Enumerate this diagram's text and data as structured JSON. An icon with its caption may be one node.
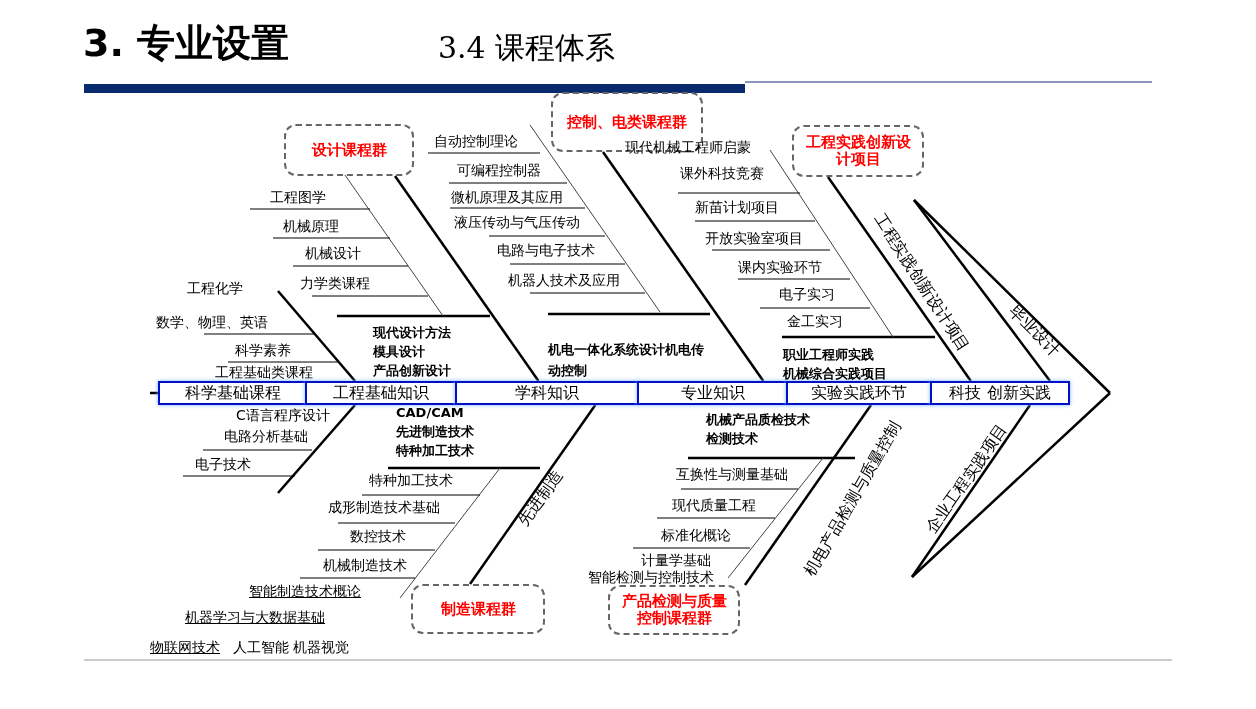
{
  "diagram": {
    "title": "3. 专业设置",
    "nodes": [
      {
        "text": [
          "设计课程群"
        ]
      },
      {
        "text": [
          "控制、电类课程群"
        ]
      },
      {
        "text": [
          "工程实践创新设计项目"
        ]
      },
      {
        "text": [
          "制造课程群"
        ]
      },
      {
        "text": [
          "产品检测与质量控制课程群"
        ]
      },
      {
        "text": [
          "科学基础课程"
        ]
      },
      {
        "text": [
          "工程基础知识"
        ]
      },
      {
        "text": [
          "学科知识"
        ]
      },
      {
        "text": [
          "专业知识"
        ]
      },
      {
        "text": [
          "实验实践环节"
        ]
      },
      {
        "text": [
          "科技 创新实践"
        ]
      }
    ],
    "edges": [
      {
        "from": 0,
        "to": 7,
        "arrow": "none"
      },
      {
        "from": 1,
        "to": 8,
        "arrow": "none"
      },
      {
        "from": 2,
        "to": 10,
        "arrow": "none"
      },
      {
        "from": 3,
        "to": 7,
        "arrow": "none"
      },
      {
        "from": 4,
        "to": 9,
        "arrow": "none"
      }
    ],
    "labels": [
      "3.4 课程体系",
      "工程图学",
      "机械原理",
      "机械设计",
      "力学类课程",
      "现代设计方法",
      "模具设计",
      "产品创新设计",
      "自动控制理论",
      "可编程控制器",
      "微机原理及其应用",
      "液压传动与气压传动",
      "电路与电子技术",
      "机器人技术及应用",
      "机电一体化系统设计机电传动控制",
      "现代机械工程师启蒙",
      "课外科技竞赛",
      "新苗计划项目",
      "开放实验室项目",
      "课内实验环节",
      "电子实习",
      "金工实习",
      "职业工程师实践",
      "机械综合实践项目",
      "工程实践创新设计项目",
      "毕业设计",
      "工程化学",
      "数学、物理、英语",
      "科学素养",
      "工程基础类课程",
      "C语言程序设计",
      "电路分析基础",
      "电子技术",
      "CAD/CAM",
      "先进制造技术",
      "特种加工技术",
      "机械产品质检技术",
      "检测技术",
      "企业工程实践项目",
      "特种加工技术",
      "成形制造技术基础",
      "数控技术",
      "机械制造技术",
      "先进制造",
      "机电产品检测与质量控制",
      "互换性与测量基础",
      "现代质量工程",
      "标准化概论",
      "计量学基础",
      "智能检测与控制技术",
      "智能制造技术概论",
      "机器学习与大数据基础",
      "物联网技术",
      "人工智能 机器视觉"
    ]
  }
}
